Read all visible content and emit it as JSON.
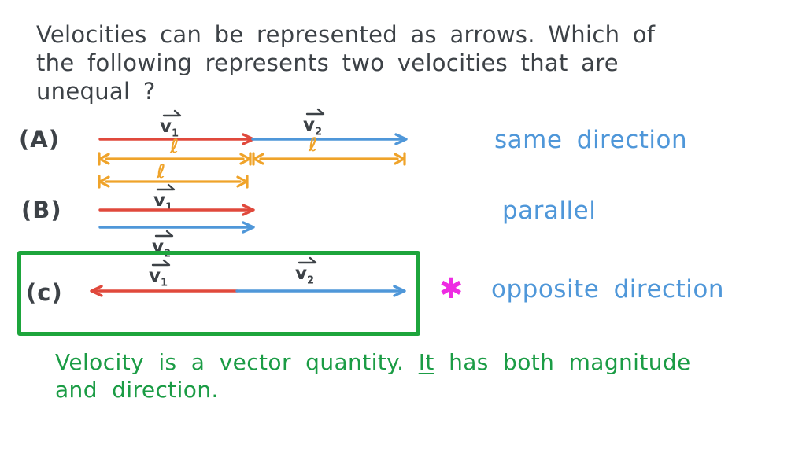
{
  "question": {
    "lines": [
      "Velocities can be represented as arrows. Which of",
      "the following represents two velocities that are",
      "unequal ?"
    ]
  },
  "options": {
    "a": {
      "label": "(A)",
      "v1": {
        "base": "v",
        "sub": "1"
      },
      "v2": {
        "base": "v",
        "sub": "2"
      },
      "len_top_left": "ℓ",
      "len_top_right": "ℓ",
      "len_bottom": "ℓ",
      "annotation": "same direction"
    },
    "b": {
      "label": "(B)",
      "v1": {
        "base": "v",
        "sub": "1"
      },
      "v2": {
        "base": "v",
        "sub": "2"
      },
      "annotation": "parallel"
    },
    "c": {
      "label": "(c)",
      "v1": {
        "base": "v",
        "sub": "1"
      },
      "v2": {
        "base": "v",
        "sub": "2"
      },
      "annotation": "opposite direction",
      "marker": "✱"
    }
  },
  "note": {
    "line1_pre": "Velocity is a vector quantity. ",
    "line1_underline": "It",
    "line1_post": " has both magnitude",
    "line2": "and direction."
  },
  "colors": {
    "handwriting_dark": "#3d4247",
    "arrow_red": "#e0493c",
    "arrow_blue": "#4f97d9",
    "measure_orange": "#efa32a",
    "box_green": "#1da53c",
    "note_green": "#1b9c45",
    "annotation_blue": "#4f97d9",
    "marker_magenta": "#ee2ce2"
  }
}
